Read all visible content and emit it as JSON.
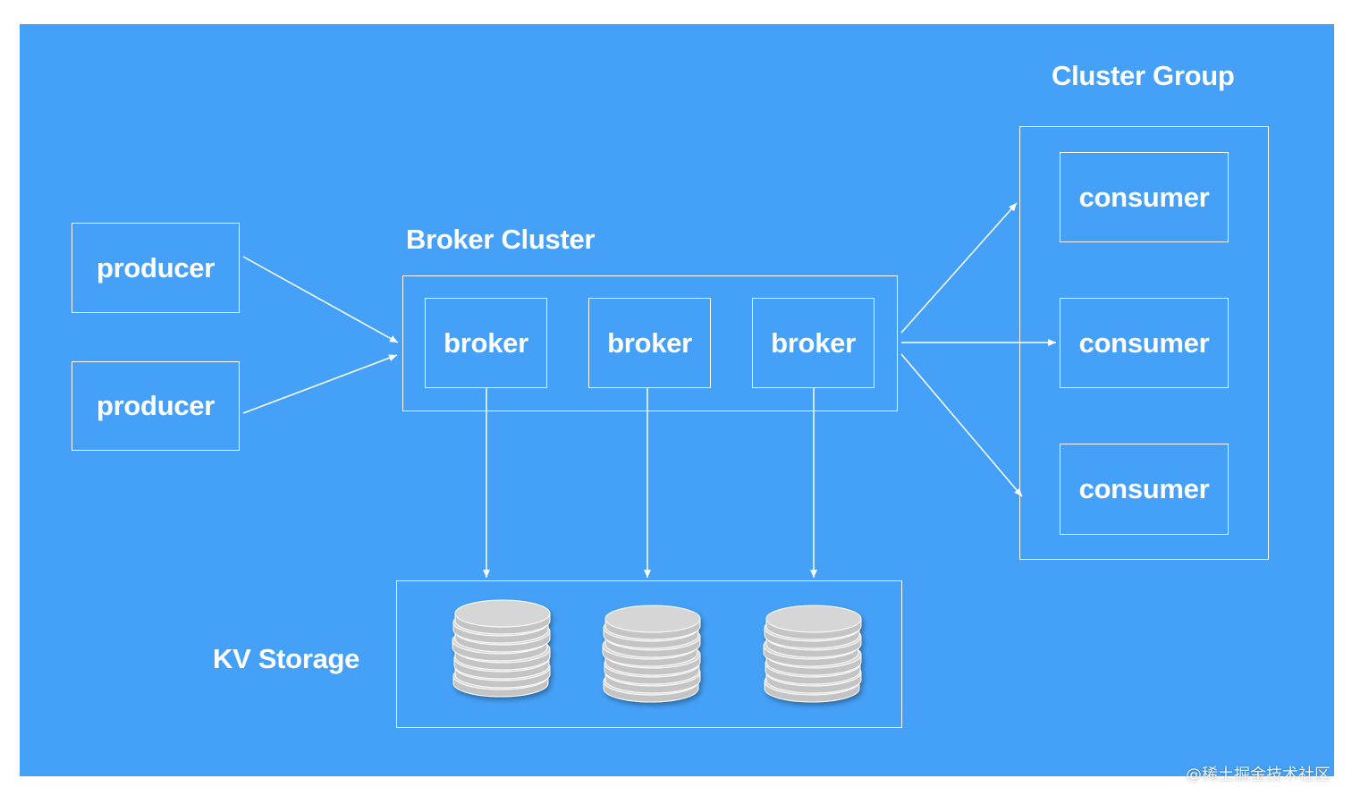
{
  "producers": [
    "producer",
    "producer"
  ],
  "broker_cluster": {
    "title": "Broker Cluster",
    "brokers": [
      "broker",
      "broker",
      "broker"
    ]
  },
  "cluster_group": {
    "title": "Cluster Group",
    "consumers": [
      "consumer",
      "consumer",
      "consumer"
    ]
  },
  "kv_storage": {
    "title": "KV Storage",
    "stores": 3
  },
  "watermark": "@稀土掘金技术社区",
  "colors": {
    "background": "#45a1f7",
    "lines": "#ffffff",
    "disk": "#d3d3d3"
  }
}
